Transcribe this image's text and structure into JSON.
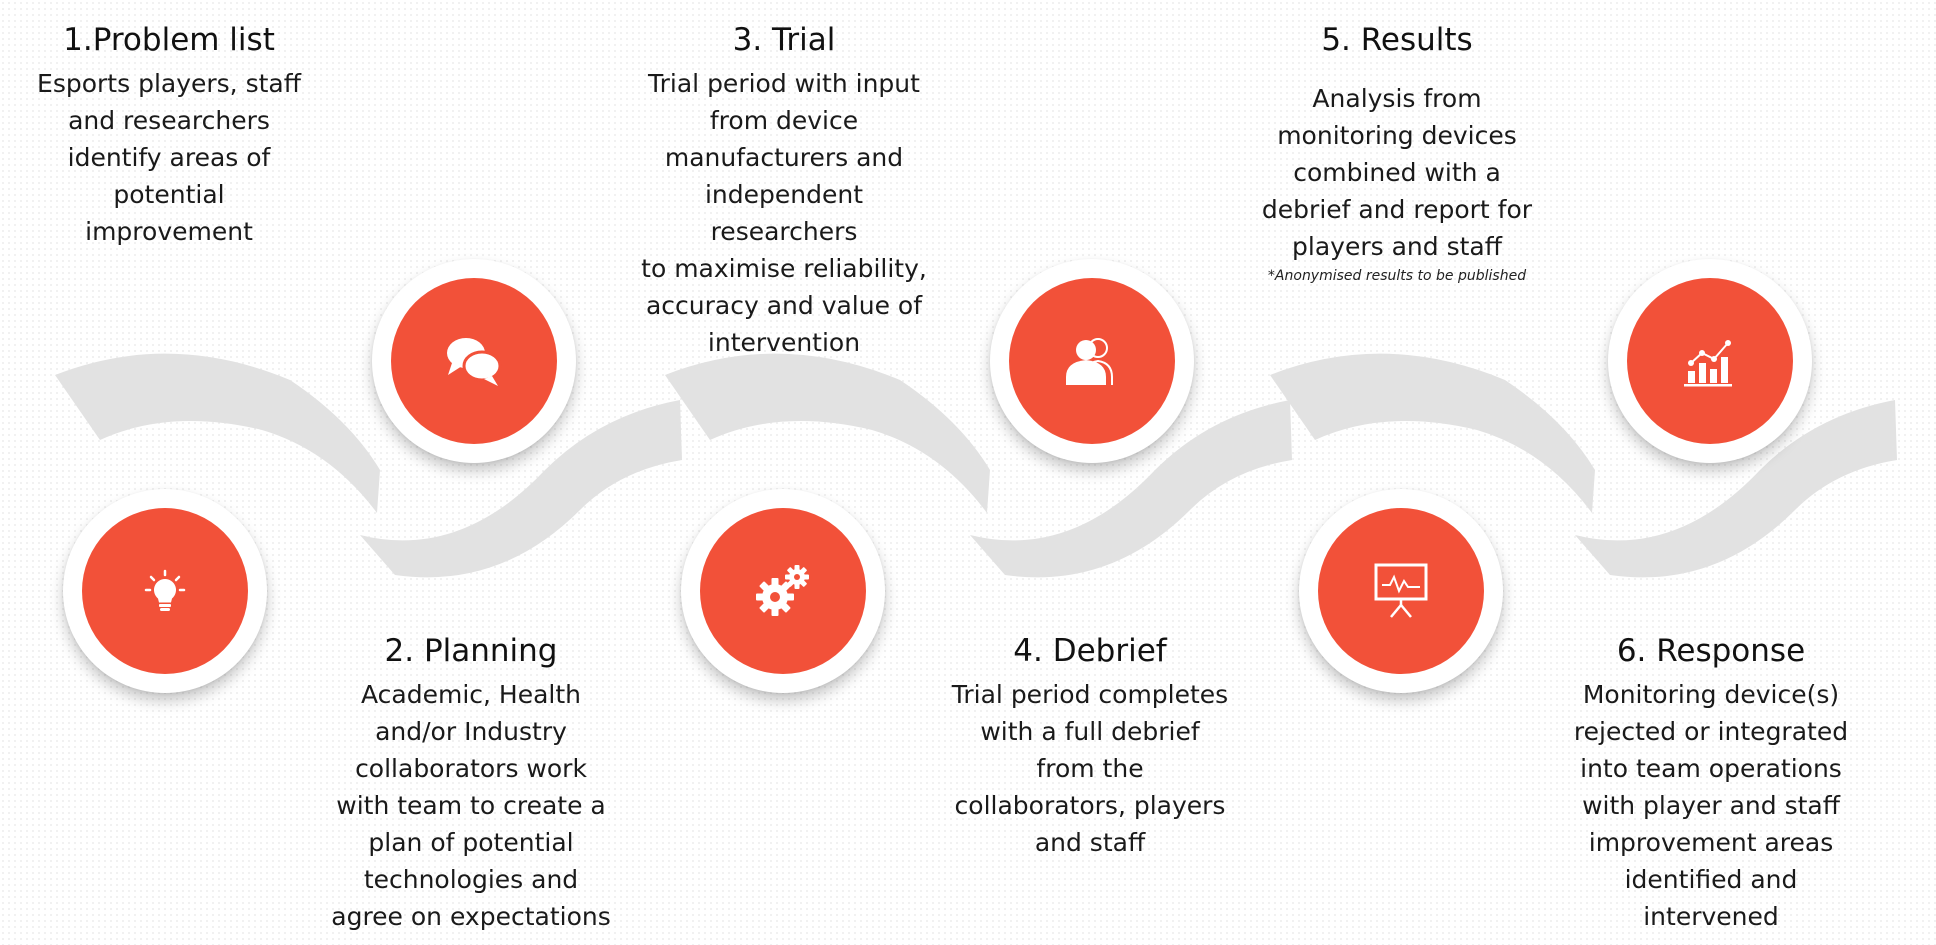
{
  "steps": [
    {
      "title": "1.Problem list",
      "desc_lines": [
        "Esports players, staff",
        "and researchers",
        "identify areas of",
        "potential",
        "improvement"
      ],
      "icon": "lightbulb-icon"
    },
    {
      "title": "2. Planning",
      "desc_lines": [
        "Academic, Health",
        "and/or Industry",
        "collaborators work",
        "with team to create a",
        "plan of potential",
        "technologies and",
        "agree on expectations"
      ],
      "icon": "chat-bubbles-icon"
    },
    {
      "title": "3. Trial",
      "desc_lines": [
        "Trial period with input",
        "from device",
        "manufacturers and",
        "independent researchers",
        "to maximise reliability,",
        "accuracy and value of",
        "intervention"
      ],
      "icon": "gears-icon"
    },
    {
      "title": "4. Debrief",
      "desc_lines": [
        "Trial period completes",
        "with a full debrief",
        "from the",
        "collaborators, players",
        "and staff"
      ],
      "icon": "people-icon"
    },
    {
      "title": "5. Results",
      "desc_lines": [
        "Analysis from",
        "monitoring devices",
        "combined with a",
        "debrief and report for",
        "players and staff"
      ],
      "note": "*Anonymised results to be published",
      "icon": "presentation-board-icon"
    },
    {
      "title": "6. Response",
      "desc_lines": [
        "Monitoring device(s)",
        "rejected or integrated",
        "into team operations",
        "with player and staff",
        "improvement areas",
        "identified and",
        "intervened"
      ],
      "icon": "growth-chart-icon"
    }
  ],
  "colors": {
    "accent": "#f25139",
    "band": "#e3e3e3",
    "text": "#111111"
  }
}
